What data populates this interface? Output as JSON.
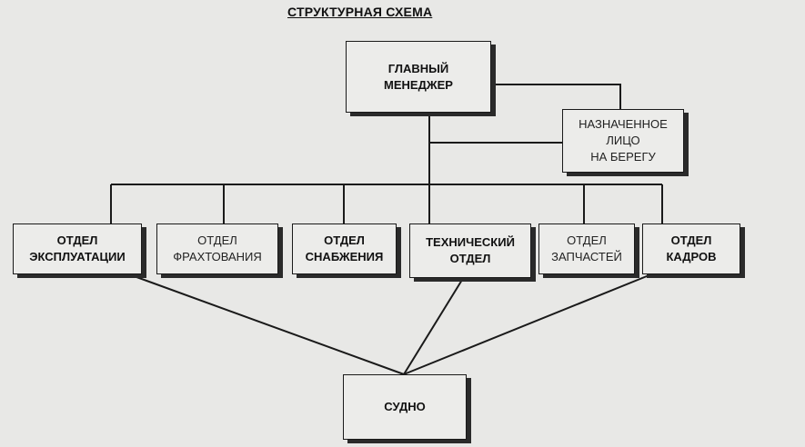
{
  "title": "СТРУКТУРНАЯ СХЕМА",
  "nodes": {
    "manager": {
      "line1": "ГЛАВНЫЙ",
      "line2": "МЕНЕДЖЕР"
    },
    "shore": {
      "line1": "НАЗНАЧЕННОЕ",
      "line2": "ЛИЦО",
      "line3": "НА БЕРЕГУ"
    },
    "operations": {
      "line1": "ОТДЕЛ",
      "line2": "ЭКСПЛУАТАЦИИ"
    },
    "chartering": {
      "line1": "ОТДЕЛ",
      "line2": "ФРАХТОВАНИЯ"
    },
    "supply": {
      "line1": "ОТДЕЛ",
      "line2": "СНАБЖЕНИЯ"
    },
    "technical": {
      "line1": "ТЕХНИЧЕСКИЙ",
      "line2": "ОТДЕЛ"
    },
    "spares": {
      "line1": "ОТДЕЛ",
      "line2": "ЗАПЧАСТЕЙ"
    },
    "personnel": {
      "line1": "ОТДЕЛ",
      "line2": "КАДРОВ"
    },
    "ship": {
      "line1": "СУДНО"
    }
  }
}
